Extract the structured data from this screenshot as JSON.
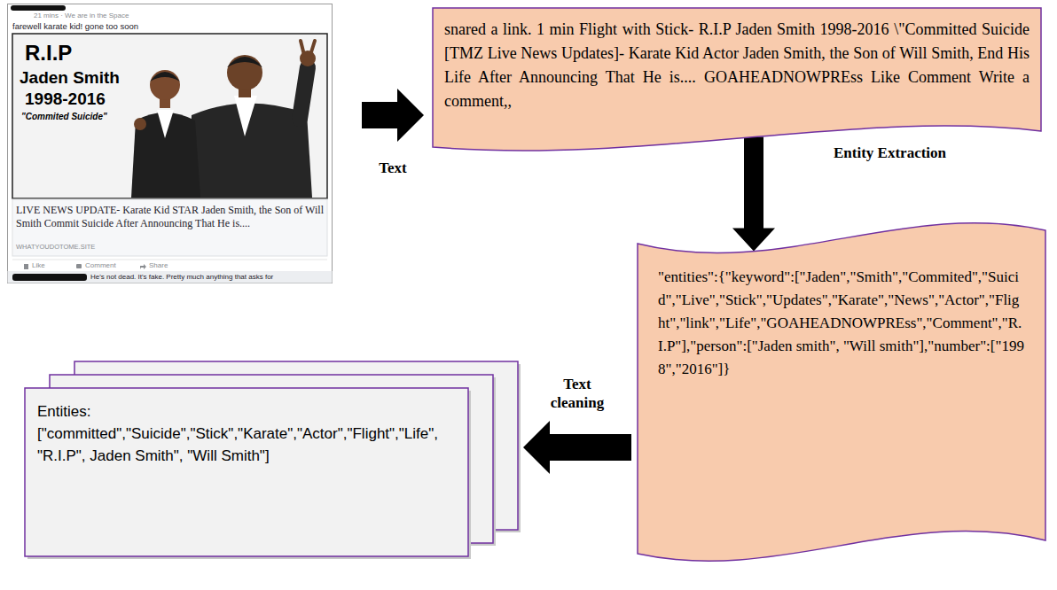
{
  "diagram": {
    "nodes": [
      {
        "text": [
          "21 mins · We are in the Space",
          "farewell karate kid! gone too soon",
          "R.I.P",
          "Jaden Smith",
          "1998-2016",
          "\"Commited Suicide\"",
          "LIVE NEWS UPDATE- Karate Kid STAR Jaden Smith, the Son of Will Smith Commit Suicide After Announcing That He is....",
          "WHATYOUDOTOME.SITE",
          "Like",
          "Comment",
          "Share",
          "He's not dead. It's fake. Pretty much anything that asks for"
        ]
      },
      {
        "text": [
          "snared a link. 1 min Flight with Stick- R.I.P Jaden Smith 1998-2016 \\\"Committed Suicide [TMZ Live News Updates]- Karate Kid Actor Jaden Smith, the Son of Will Smith, End His Life After Announcing That He is.... GOAHEADNOWPREss Like Comment Write a comment,,"
        ]
      },
      {
        "text": [
          "\"entities\":{\"keyword\":[\"Jaden\",\"Smith\",\"Commited\",\"Suicid\",\"Live\",\"Stick\",\"Updates\",\"Karate\",\"News\",\"Actor\",\"Flight\",\"link\",\"Life\",\"GOAHEADNOWPREss\",\"Comment\",\"R.I.P\"],\"person\":[\"Jaden smith\", \"Will smith\"],\"number\":[\"1998\",\"2016\"]}"
        ]
      },
      {
        "text": [
          "Entities:",
          "[\"committed\",\"Suicide\",\"Stick\",\"Karate\",\"Actor\",\"Flight\",\"Life\", \"R.I.P\", Jaden Smith\", \"Will Smith\"]"
        ]
      }
    ],
    "edges": [
      {
        "from": 0,
        "to": 1,
        "label": "Text",
        "arrow": "to"
      },
      {
        "from": 1,
        "to": 2,
        "label": "Entity Extraction",
        "arrow": "to"
      },
      {
        "from": 2,
        "to": 3,
        "label": "Text cleaning",
        "arrow": "to"
      }
    ]
  }
}
